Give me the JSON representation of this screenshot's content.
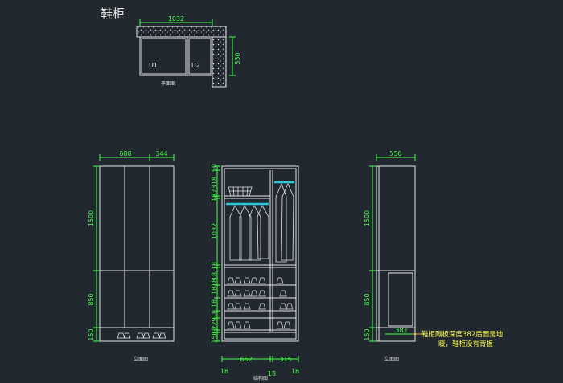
{
  "title": "鞋柜",
  "plan": {
    "label": "平面图",
    "dim_width": "1032",
    "dim_depth": "550",
    "units": [
      "U1",
      "U2"
    ]
  },
  "front": {
    "label": "立面图",
    "dim_w1": "688",
    "dim_w2": "344",
    "dim_h_upper": "1500",
    "dim_h_lower": "850",
    "dim_h_base": "150"
  },
  "structure": {
    "label": "结构图",
    "dims_left": [
      "50",
      "18",
      "373",
      "18",
      "1032",
      "18",
      "18",
      "18",
      "18",
      "18",
      "18",
      "229",
      "18",
      "150"
    ],
    "dim_bottom_left": "662",
    "dim_bottom_right": "315",
    "dim_edge_left": "18",
    "dim_edge_mid": "18",
    "dim_edge_right": "18"
  },
  "side": {
    "label": "立面图",
    "dim_width": "550",
    "dim_h_upper": "1500",
    "dim_h_lower": "850",
    "dim_h_base": "150",
    "dim_depth_shelf": "382",
    "note_line1": "鞋柜隔板深度382后面是地",
    "note_line2": "暖，鞋柜没有背板"
  },
  "colors": {
    "background": "#212830",
    "line": "#e6e6e6",
    "dimension_text": "#4cff4c",
    "note_text": "#ffff4c",
    "accent": "#29c9d9"
  }
}
